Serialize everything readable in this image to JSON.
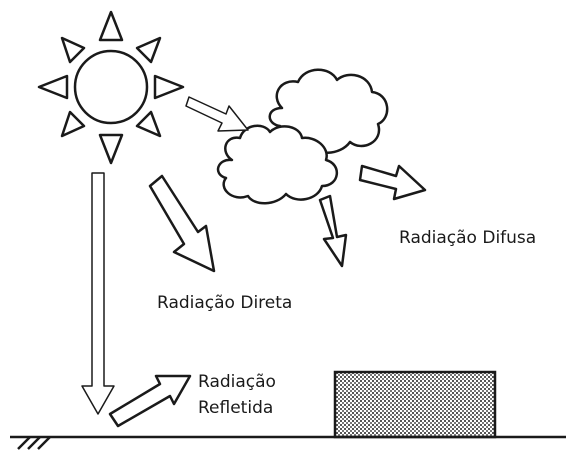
{
  "diagram": {
    "labels": {
      "diffuse": "Radiação Difusa",
      "direct": "Radiação Direta",
      "reflected_line1": "Radiação",
      "reflected_line2": "Refletida"
    },
    "colors": {
      "stroke": "#1a1a1a",
      "fill": "#ffffff",
      "building_pattern": "#555555"
    },
    "icons": [
      "sun-icon",
      "cloud-icon",
      "building-icon",
      "ground-line"
    ]
  }
}
